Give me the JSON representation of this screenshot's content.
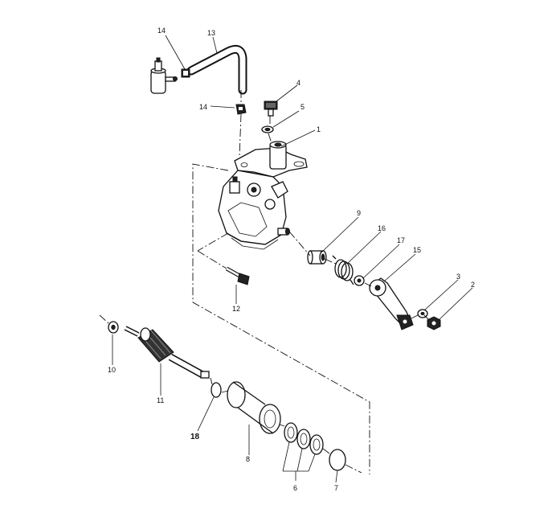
{
  "diagram": {
    "callouts": [
      {
        "id": "c1",
        "text": "1"
      },
      {
        "id": "c2",
        "text": "2"
      },
      {
        "id": "c3",
        "text": "3"
      },
      {
        "id": "c4",
        "text": "4"
      },
      {
        "id": "c5",
        "text": "5"
      },
      {
        "id": "c6",
        "text": "6"
      },
      {
        "id": "c7",
        "text": "7"
      },
      {
        "id": "c8",
        "text": "8"
      },
      {
        "id": "c9",
        "text": "9"
      },
      {
        "id": "c10",
        "text": "10"
      },
      {
        "id": "c11",
        "text": "11"
      },
      {
        "id": "c12",
        "text": "12"
      },
      {
        "id": "c13",
        "text": "13"
      },
      {
        "id": "c14a",
        "text": "14"
      },
      {
        "id": "c14b",
        "text": "14"
      },
      {
        "id": "c15",
        "text": "15"
      },
      {
        "id": "c16",
        "text": "16"
      },
      {
        "id": "c17",
        "text": "17"
      },
      {
        "id": "c18",
        "text": "18"
      }
    ]
  }
}
